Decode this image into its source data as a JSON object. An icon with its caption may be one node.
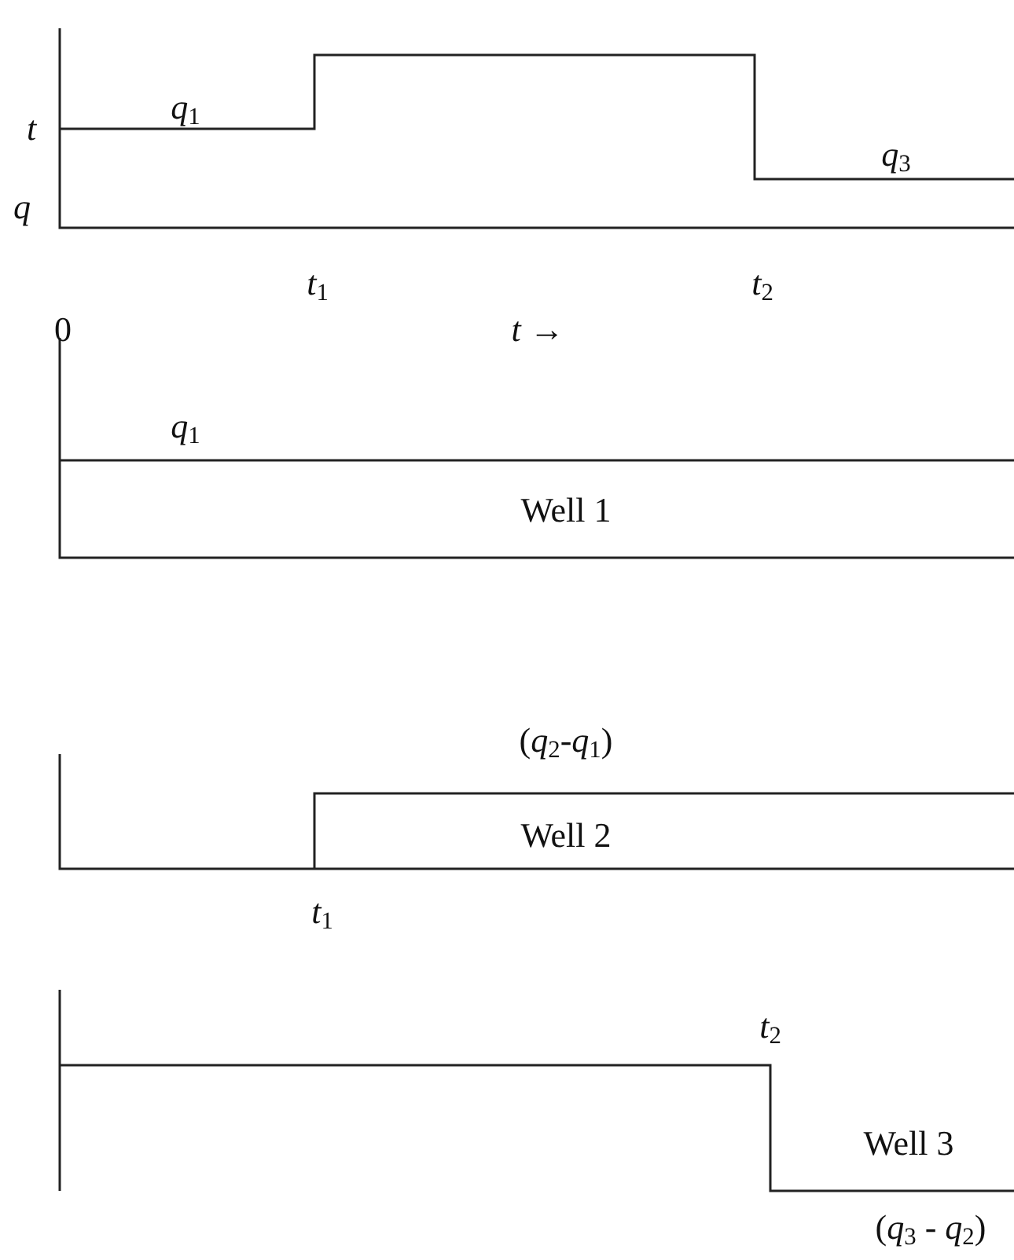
{
  "diagram": {
    "labels": [
      "*q*$_{1}$",
      "*t*",
      "*q*$_{3}$",
      "*q*",
      "*t*$_{1}$",
      "*t*$_{2}$",
      "0",
      "*t* →",
      "*q*$_{1}$",
      "Well 1",
      "(*q*$_{2}$-*q*$_{1}$)",
      "Well 2",
      "*t*$_{1}$",
      "*t*$_{2}$",
      "Well 3",
      "(*q*$_{3}$ - *q*$_{2}$)"
    ]
  }
}
